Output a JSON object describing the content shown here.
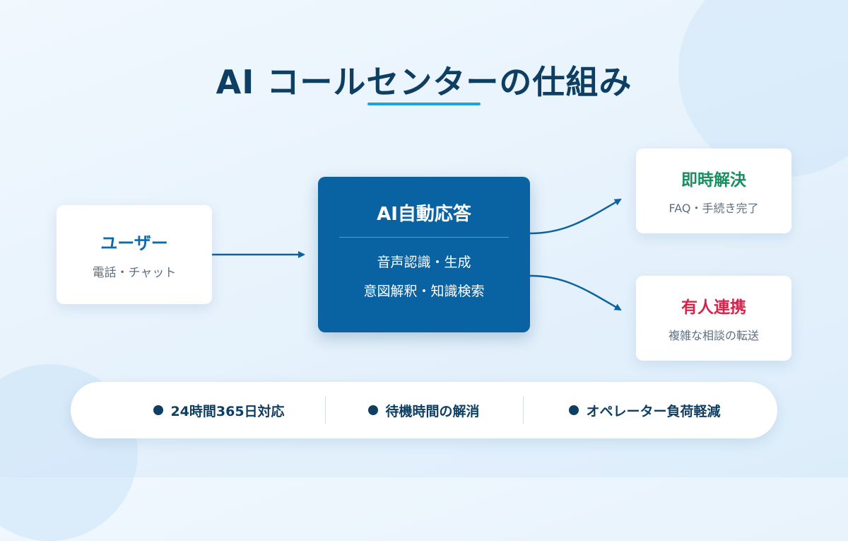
{
  "title": "AI コールセンターの仕組み",
  "colors": {
    "navy": "#0e3f63",
    "blue": "#0963a2",
    "accent": "#1aa3dc",
    "green": "#169060",
    "red": "#d8244b",
    "arrow": "#0d63a0"
  },
  "user": {
    "title": "ユーザー",
    "subtitle": "電話・チャット"
  },
  "ai": {
    "title": "AI自動応答",
    "lines": [
      "音声認識・生成",
      "意図解釈・知識検索"
    ]
  },
  "results": [
    {
      "title": "即時解決",
      "subtitle": "FAQ・手続き完了"
    },
    {
      "title": "有人連携",
      "subtitle": "複雑な相談の転送"
    }
  ],
  "features": [
    "24時間365日対応",
    "待機時間の解消",
    "オペレーター負荷軽減"
  ]
}
